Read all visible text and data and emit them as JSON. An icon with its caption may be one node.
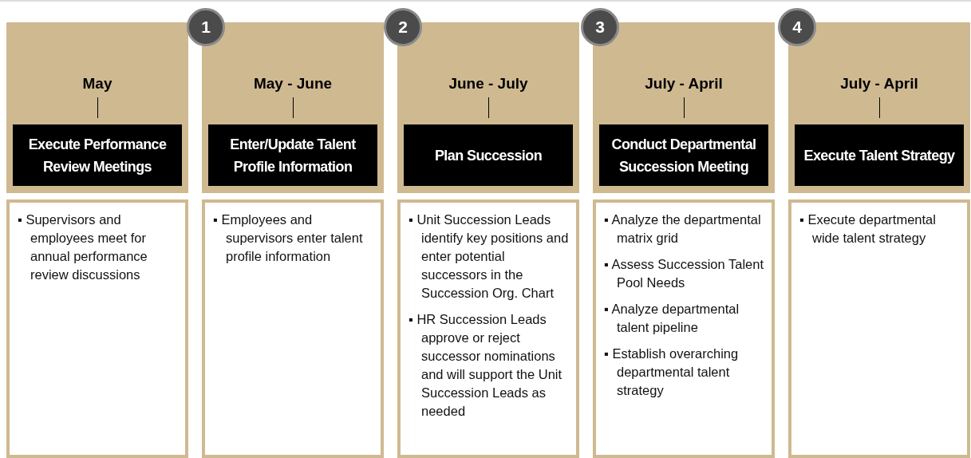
{
  "diagram": {
    "nodes": [
      {
        "text": [
          "1"
        ]
      },
      {
        "text": [
          "2"
        ]
      },
      {
        "text": [
          "3"
        ]
      },
      {
        "text": [
          "4"
        ]
      },
      {
        "text": [
          "May"
        ]
      },
      {
        "text": [
          "Execute Performance Review Meetings"
        ],
        "in": 4
      },
      {
        "text": [
          "▪ Supervisors and employees meet for annual performance review discussions"
        ]
      },
      {
        "text": [
          "May - June"
        ]
      },
      {
        "text": [
          "Enter/Update Talent Profile Information"
        ],
        "in": 7
      },
      {
        "text": [
          "▪ Employees and supervisors enter talent profile information"
        ]
      },
      {
        "text": [
          "June - July"
        ]
      },
      {
        "text": [
          "Plan Succession"
        ],
        "in": 10
      },
      {
        "text": [
          "▪ Unit  Succession Leads identify key positions and enter potential successors in the Succession Org. Chart",
          "▪ HR Succession Leads approve or reject successor nominations and will support the Unit Succession Leads as needed"
        ]
      },
      {
        "text": [
          "July - April"
        ]
      },
      {
        "text": [
          "Conduct  Departmental Succession  Meeting"
        ],
        "in": 13
      },
      {
        "text": [
          "▪ Analyze the departmental matrix grid",
          "▪ Assess Succession Talent Pool Needs",
          "▪ Analyze departmental talent pipeline",
          "▪ Establish overarching departmental  talent strategy"
        ]
      },
      {
        "text": [
          "July - April"
        ]
      },
      {
        "text": [
          "Execute Talent Strategy"
        ],
        "in": 16
      },
      {
        "text": [
          "▪ Execute departmental wide talent strategy"
        ]
      }
    ],
    "edges": []
  }
}
